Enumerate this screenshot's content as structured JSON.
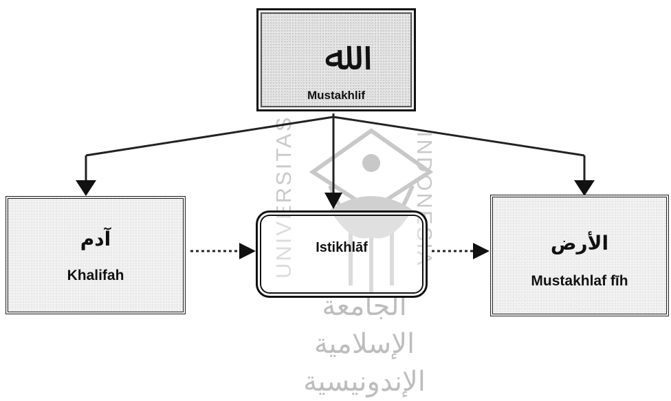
{
  "diagram": {
    "top_box": {
      "arabic": "ﷲ",
      "label": "Mustakhlif"
    },
    "left_box": {
      "arabic": "آدم",
      "label": "Khalifah"
    },
    "center_box": {
      "label": "Istikhlāf"
    },
    "right_box": {
      "arabic": "الأرض",
      "label": "Mustakhlaf fīh"
    }
  },
  "watermark": {
    "left_text": "UNIVERSITAS",
    "right_text": "INDONESIA",
    "arabic_text": "الجامعة الإسلامية الإندونيسية"
  },
  "colors": {
    "line": "#222222",
    "watermark": "#c9c9c9"
  }
}
